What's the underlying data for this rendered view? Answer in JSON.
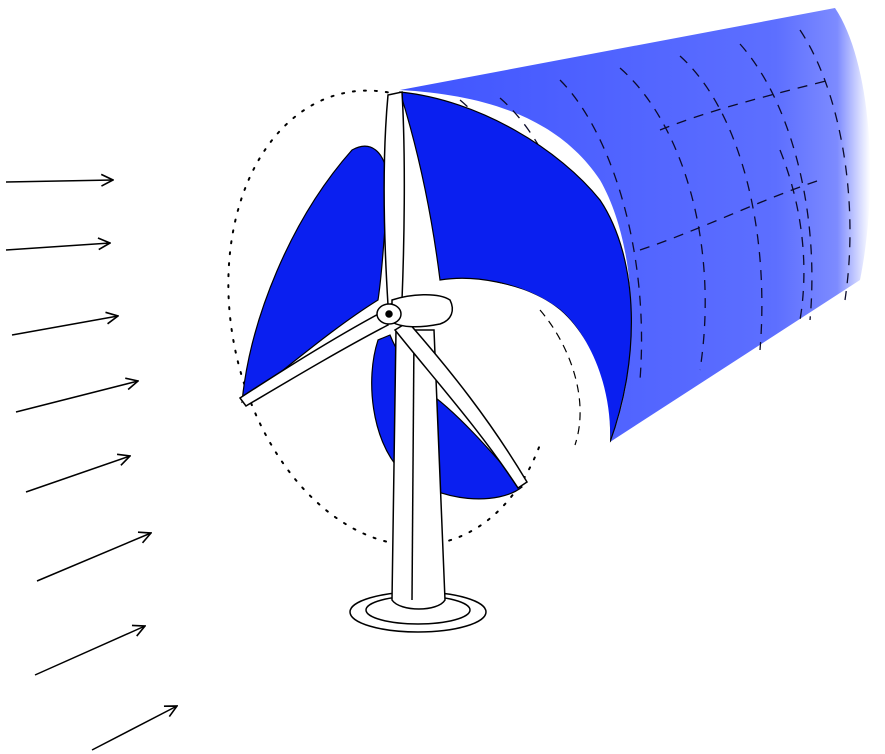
{
  "diagram": {
    "colors": {
      "background": "#ffffff",
      "wake_blue": "#0a1ff0",
      "wake_blue_light": "#4a5cff",
      "line": "#000000",
      "tower_fill": "#ffffff"
    },
    "wind_arrows": {
      "count": 8
    },
    "elements": [
      "wind-arrows",
      "rotor-sweep-circle",
      "wake-tube",
      "helical-blade-vortex-sheets",
      "wind-turbine"
    ],
    "turbine": {
      "blade_count": 3
    }
  }
}
